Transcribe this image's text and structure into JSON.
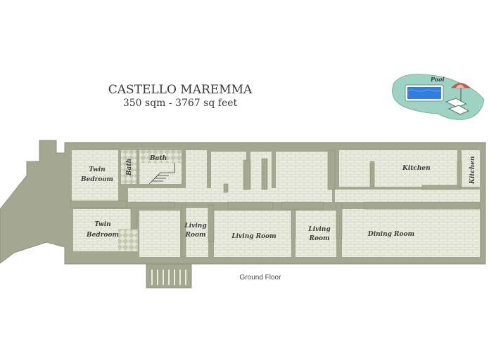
{
  "header": {
    "title": "CASTELLO MAREMMA",
    "subtitle": "350 sqm - 3767 sq feet"
  },
  "floor_label": "Ground Floor",
  "pool_label": "Pool",
  "rooms": {
    "twin_bedroom_top": [
      "Twin",
      "Bedroom"
    ],
    "bath_vertical": "Bath",
    "bath_top": "Bath",
    "kitchen_main": "Kitchen",
    "kitchen_side": "Kitchen",
    "twin_bedroom_bottom": [
      "Twin",
      "Bedroom"
    ],
    "living_room_small": [
      "Living",
      "Room"
    ],
    "living_room": "Living Room",
    "living_room_right": [
      "Living",
      "Room"
    ],
    "dining_room": "Dining Room"
  },
  "colors": {
    "wall": "#a4a891",
    "wall_edge": "#8d917a",
    "floor_tile": "#e9ebde",
    "tile_line": "#c7cab5",
    "pool_water": "#2f7ee0",
    "pool_deck": "#9ed3c3",
    "umbrella": "#d9534f"
  },
  "icons": [
    "pool-icon",
    "umbrella-icon",
    "sunbed-icon"
  ]
}
